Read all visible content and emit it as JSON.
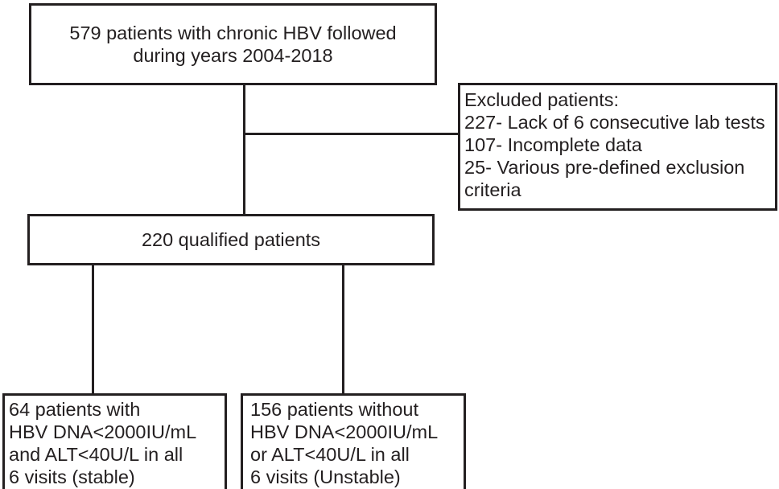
{
  "diagram": {
    "title": "Patient selection flowchart",
    "line_color": "#231f20",
    "background": "#ffffff",
    "nodes": {
      "enrolled": {
        "id": "enrolled-cohort-box",
        "text": "579 patients with chronic HBV followed\nduring years 2004-2018",
        "count": 579,
        "align": "center"
      },
      "excluded": {
        "id": "excluded-patients-box",
        "heading": "Excluded patients:",
        "items": [
          "227- Lack of 6 consecutive lab tests",
          "107- Incomplete data",
          "25- Various pre-defined exclusion criteria"
        ],
        "text": "Excluded patients:\n 227- Lack of 6 consecutive lab tests\n 107- Incomplete data\n 25- Various pre-defined exclusion\n criteria",
        "align": "left"
      },
      "qualified": {
        "id": "qualified-patients-box",
        "text": "220 qualified patients",
        "count": 220,
        "align": "center"
      },
      "stable": {
        "id": "stable-group-box",
        "text": "64 patients with\nHBV DNA<2000IU/mL\nand ALT<40U/L in all\n6 visits (stable)",
        "count": 64,
        "group_label": "stable",
        "align": "left"
      },
      "unstable": {
        "id": "unstable-group-box",
        "text": "156 patients without\nHBV DNA<2000IU/mL\nor ALT<40U/L in all\n6 visits (Unstable)",
        "count": 156,
        "group_label": "Unstable",
        "align": "left"
      }
    },
    "edges": [
      {
        "id": "enrolled-to-qualified",
        "from": "enrolled",
        "to": "qualified"
      },
      {
        "id": "enrolled-to-excluded",
        "from": "enrolled",
        "to": "excluded"
      },
      {
        "id": "qualified-to-stable",
        "from": "qualified",
        "to": "stable"
      },
      {
        "id": "qualified-to-unstable",
        "from": "qualified",
        "to": "unstable"
      }
    ]
  }
}
